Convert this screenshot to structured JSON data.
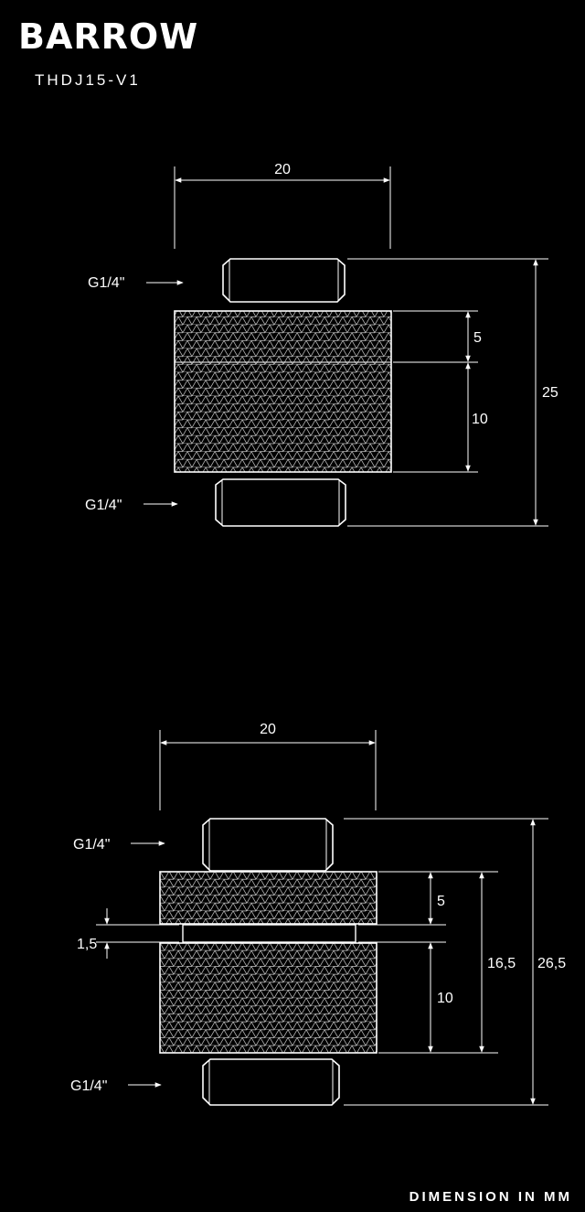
{
  "brand": {
    "logo_text": "BARROW",
    "model": "THDJ15-V1"
  },
  "footer": {
    "units_label": "DIMENSION IN   MM"
  },
  "top_view": {
    "width_label": "20",
    "total_height_label": "25",
    "upper_knurl_label": "5",
    "lower_knurl_label": "10",
    "top_thread_label": "G1/4\"",
    "bottom_thread_label": "G1/4\""
  },
  "bottom_view": {
    "width_label": "20",
    "total_height_label": "26,5",
    "extended_height_label": "16,5",
    "upper_knurl_label": "5",
    "lower_knurl_label": "10",
    "gap_label": "1,5",
    "top_thread_label": "G1/4\"",
    "bottom_thread_label": "G1/4\""
  },
  "colors": {
    "background": "#000000",
    "line": "#ffffff"
  }
}
